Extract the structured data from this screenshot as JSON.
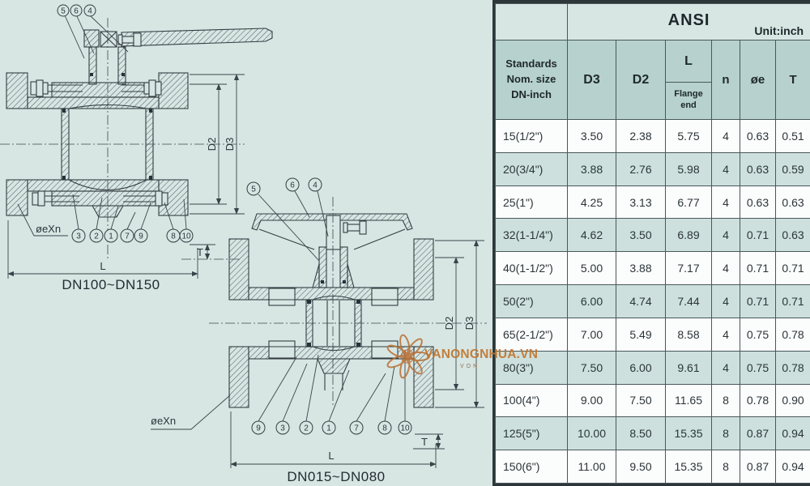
{
  "background": "#d7e6e3",
  "line_color": "#333d42",
  "diagrams": [
    {
      "caption": "DN100~DN150",
      "labels": {
        "d2": "D2",
        "d3": "D3",
        "length": "L",
        "thickness": "T",
        "bolt_note": "øeXn"
      },
      "callouts_top": [
        "5",
        "6",
        "4"
      ],
      "callouts_bottom": [
        "3",
        "2",
        "1",
        "7",
        "9",
        "8",
        "10"
      ]
    },
    {
      "caption": "DN015~DN080",
      "labels": {
        "d2": "D2",
        "d3": "D3",
        "length": "L",
        "thickness": "T",
        "bolt_note": "øeXn"
      },
      "callouts_top": [
        "5",
        "6",
        "4"
      ],
      "callouts_bottom": [
        "9",
        "3",
        "2",
        "1",
        "7",
        "8",
        "10"
      ]
    }
  ],
  "watermark": {
    "text": "VANONGNHUA.VN",
    "subtext": "VON",
    "color": "#c0762e"
  },
  "table": {
    "title": "ANSI",
    "unit": "Unit:inch",
    "header_bg": "#b6d1ce",
    "alt_row_bg": "#cde0dd",
    "row_header_lines": [
      "Standards",
      "Nom. size",
      "DN-inch"
    ],
    "columns": [
      "D3",
      "D2",
      "L",
      "n",
      "øe",
      "T"
    ],
    "l_sub": [
      "Flange",
      "end"
    ],
    "rows": [
      [
        "15(1/2\")",
        "3.50",
        "2.38",
        "5.75",
        "4",
        "0.63",
        "0.51"
      ],
      [
        "20(3/4\")",
        "3.88",
        "2.76",
        "5.98",
        "4",
        "0.63",
        "0.59"
      ],
      [
        "25(1\")",
        "4.25",
        "3.13",
        "6.77",
        "4",
        "0.63",
        "0.63"
      ],
      [
        "32(1-1/4\")",
        "4.62",
        "3.50",
        "6.89",
        "4",
        "0.71",
        "0.63"
      ],
      [
        "40(1-1/2\")",
        "5.00",
        "3.88",
        "7.17",
        "4",
        "0.71",
        "0.71"
      ],
      [
        "50(2\")",
        "6.00",
        "4.74",
        "7.44",
        "4",
        "0.71",
        "0.71"
      ],
      [
        "65(2-1/2\")",
        "7.00",
        "5.49",
        "8.58",
        "4",
        "0.75",
        "0.78"
      ],
      [
        "80(3\")",
        "7.50",
        "6.00",
        "9.61",
        "4",
        "0.75",
        "0.78"
      ],
      [
        "100(4\")",
        "9.00",
        "7.50",
        "11.65",
        "8",
        "0.78",
        "0.90"
      ],
      [
        "125(5\")",
        "10.00",
        "8.50",
        "15.35",
        "8",
        "0.87",
        "0.94"
      ],
      [
        "150(6\")",
        "11.00",
        "9.50",
        "15.35",
        "8",
        "0.87",
        "0.94"
      ]
    ]
  }
}
